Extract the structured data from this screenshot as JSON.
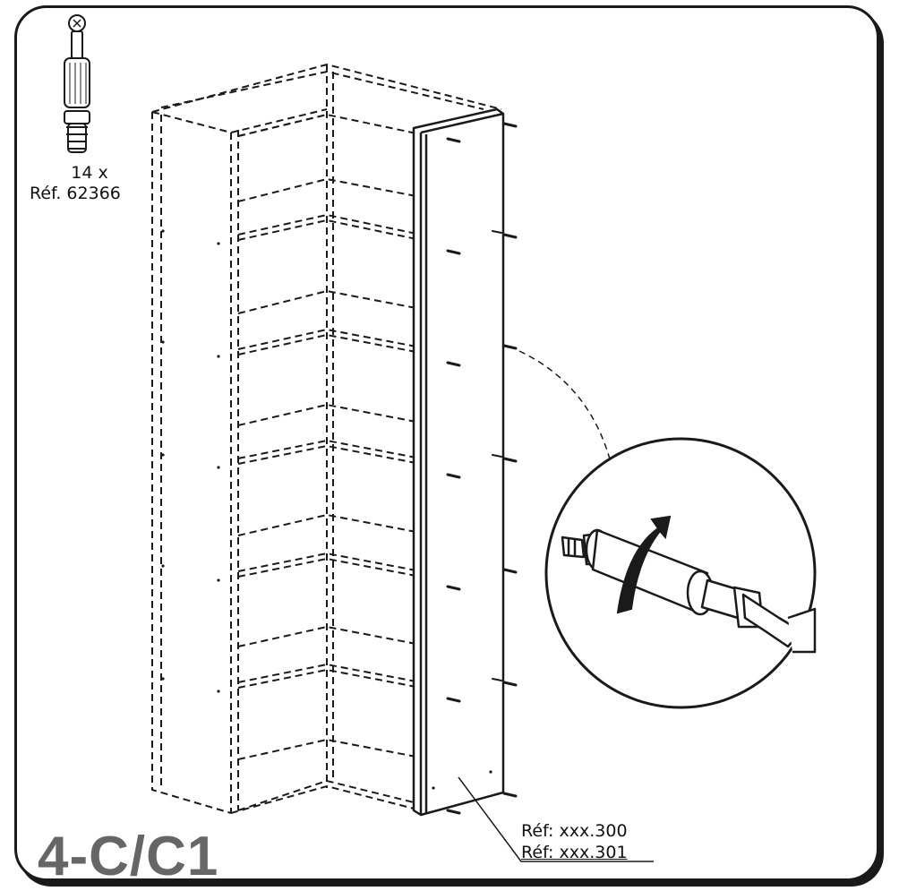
{
  "step": {
    "label": "4-C/C1"
  },
  "hardware": {
    "quantity": "14 x",
    "reference": "Réf. 62366",
    "icon": "cam-bolt-icon"
  },
  "panel_refs": [
    "Réf: xxx.300",
    "Réf: xxx.301"
  ],
  "detail": {
    "icon": "screwdriver-tightening-icon"
  },
  "colors": {
    "line": "#1a1a1a",
    "step_label": "#666666",
    "background": "#ffffff"
  }
}
